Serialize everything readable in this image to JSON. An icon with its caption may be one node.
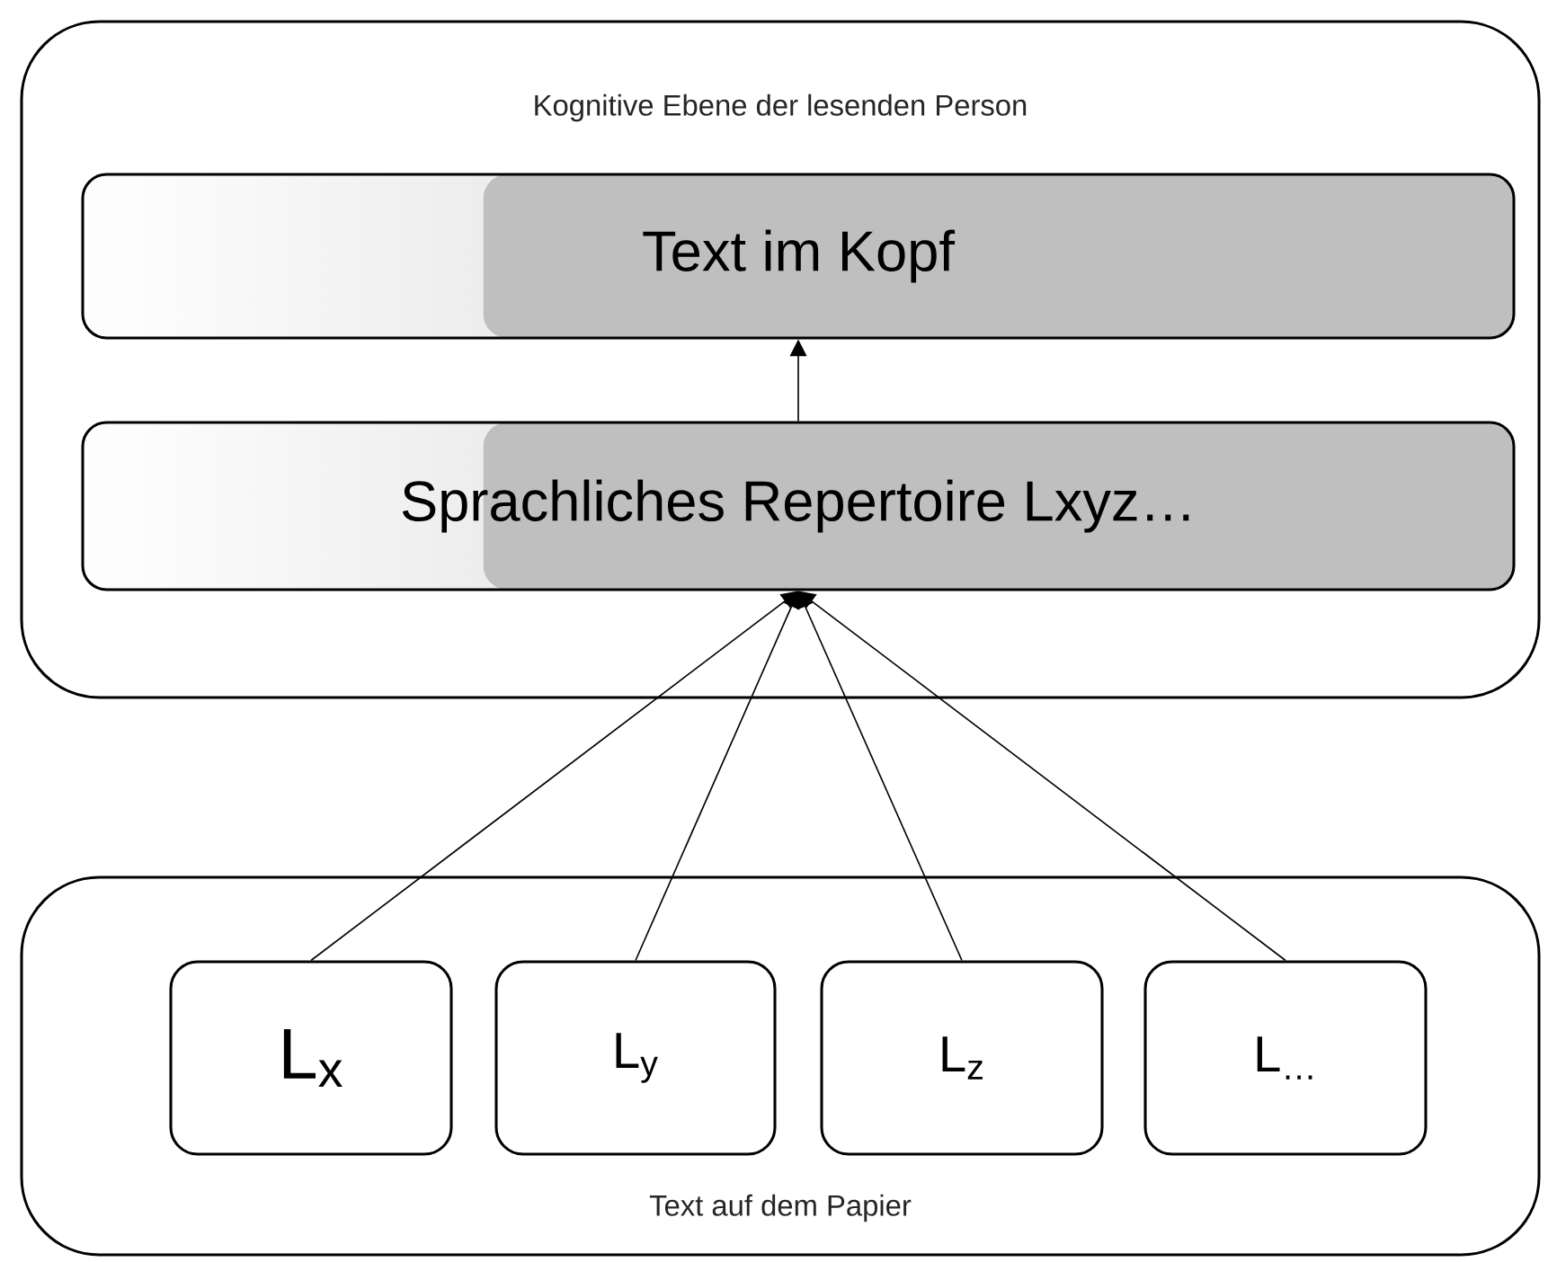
{
  "diagram": {
    "nodes": [
      {
        "text": [
          "Kognitive Ebene der lesenden Person"
        ]
      },
      {
        "text": [
          "Text im Kopf"
        ],
        "in": 0
      },
      {
        "text": [
          "Sprachliches Repertoire Lxyz…"
        ],
        "in": 0
      },
      {
        "text": [
          "Text auf dem Papier"
        ]
      },
      {
        "text": [
          "L$_{x}$"
        ],
        "in": 3
      },
      {
        "text": [
          "L$_{y}$"
        ],
        "in": 3
      },
      {
        "text": [
          "L$_{z}$"
        ],
        "in": 3
      },
      {
        "text": [
          "L$_{…}$"
        ],
        "in": 3
      }
    ],
    "edges": [
      {
        "from": 2,
        "to": 1,
        "arrow": "to"
      },
      {
        "from": 4,
        "to": 2,
        "arrow": "to"
      },
      {
        "from": 5,
        "to": 2,
        "arrow": "to"
      },
      {
        "from": 6,
        "to": 2,
        "arrow": "to"
      },
      {
        "from": 7,
        "to": 2,
        "arrow": "to"
      }
    ]
  }
}
